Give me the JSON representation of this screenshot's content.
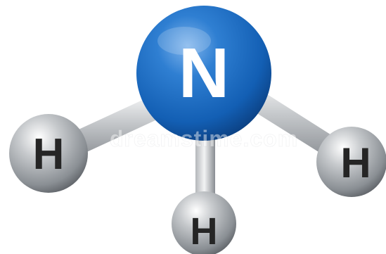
{
  "molecule": {
    "central_atom": {
      "symbol": "N",
      "color": "#1565c0"
    },
    "hydrogen_atoms": [
      {
        "symbol": "H"
      },
      {
        "symbol": "H"
      },
      {
        "symbol": "H"
      }
    ],
    "hydrogen_color": "#9ea3a8",
    "bond_color": "#c9ccce"
  },
  "watermark": {
    "text": "dreamstime.com"
  }
}
